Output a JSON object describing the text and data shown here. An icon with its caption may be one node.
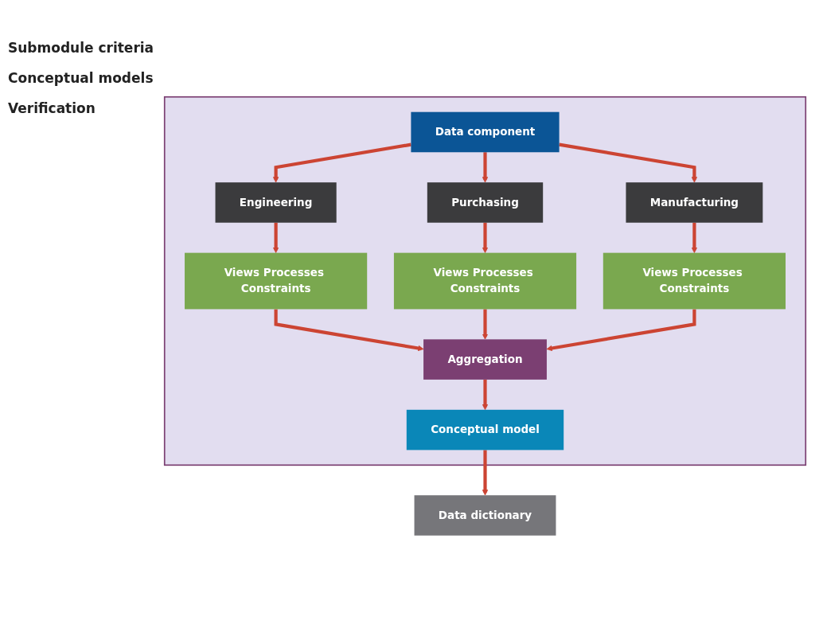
{
  "diagram": {
    "nodes": [
      {
        "text": [],
        "shape": "box"
      },
      {
        "text": [
          "Data component"
        ],
        "in": 0
      },
      {
        "text": [
          "Engineering"
        ],
        "in": 0
      },
      {
        "text": [
          "Purchasing"
        ],
        "in": 0
      },
      {
        "text": [
          "Manufacturing"
        ],
        "in": 0
      },
      {
        "text": [
          "Views Processes Constraints"
        ],
        "in": 0
      },
      {
        "text": [
          "Views Processes Constraints"
        ],
        "in": 0
      },
      {
        "text": [
          "Views Processes Constraints"
        ],
        "in": 0
      },
      {
        "text": [
          "Aggregation"
        ],
        "in": 0
      },
      {
        "text": [
          "Conceptual model"
        ],
        "in": 0
      },
      {
        "text": [
          "Data dictionary"
        ]
      }
    ],
    "edges": [
      {
        "from": 1,
        "to": 2,
        "arrow": "to"
      },
      {
        "from": 1,
        "to": 3,
        "arrow": "to"
      },
      {
        "from": 1,
        "to": 4,
        "arrow": "to"
      },
      {
        "from": 2,
        "to": 5,
        "arrow": "to"
      },
      {
        "from": 3,
        "to": 6,
        "arrow": "to"
      },
      {
        "from": 4,
        "to": 7,
        "arrow": "to"
      },
      {
        "from": 5,
        "to": 8,
        "arrow": "to"
      },
      {
        "from": 6,
        "to": 8,
        "arrow": "to"
      },
      {
        "from": 7,
        "to": 8,
        "arrow": "to"
      },
      {
        "from": 8,
        "to": 9,
        "arrow": "to"
      },
      {
        "from": 9,
        "to": 10,
        "arrow": "to"
      }
    ],
    "labels": [
      "Submodule criteria",
      "Conceptual models",
      "Verification"
    ]
  }
}
